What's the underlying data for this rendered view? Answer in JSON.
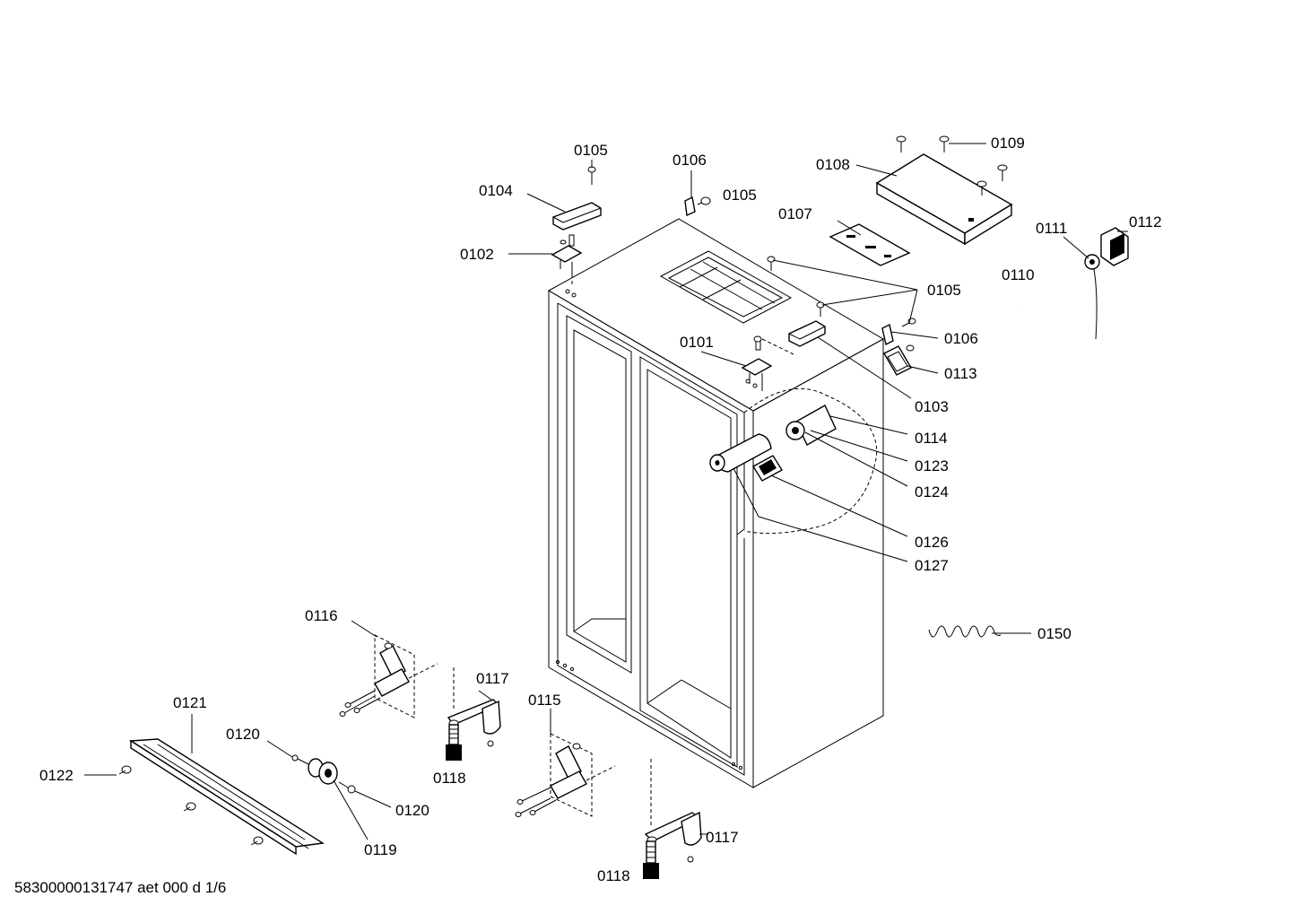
{
  "colors": {
    "ink": "#000000",
    "background": "#ffffff"
  },
  "labels": {
    "p0101": "0101",
    "p0102": "0102",
    "p0103": "0103",
    "p0104": "0104",
    "p0105": "0105",
    "p0106": "0106",
    "p0107": "0107",
    "p0108": "0108",
    "p0109": "0109",
    "p0110": "0110",
    "p0111": "0111",
    "p0112": "0112",
    "p0113": "0113",
    "p0114": "0114",
    "p0115": "0115",
    "p0116": "0116",
    "p0117": "0117",
    "p0118": "0118",
    "p0119": "0119",
    "p0120": "0120",
    "p0121": "0121",
    "p0122": "0122",
    "p0123": "0123",
    "p0124": "0124",
    "p0126": "0126",
    "p0127": "0127",
    "p0150": "0150"
  },
  "footer": {
    "document_id": "58300000131747 aet 000 d 1/6"
  }
}
